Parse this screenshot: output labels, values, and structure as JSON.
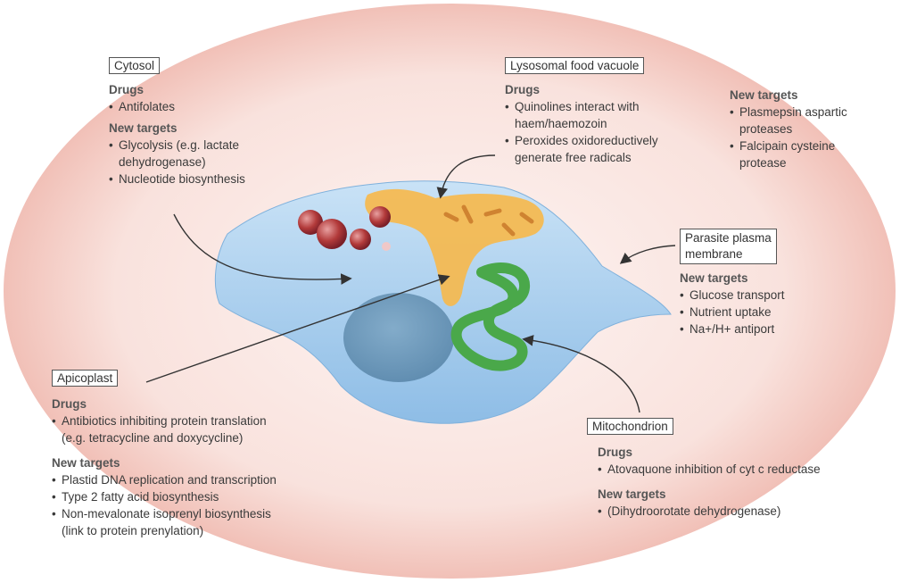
{
  "cytosol": {
    "title": "Cytosol",
    "drugs_heading": "Drugs",
    "drugs": [
      "Antifolates"
    ],
    "targets_heading": "New targets",
    "targets": [
      "Glycolysis (e.g. lactate",
      "dehydrogenase)",
      "Nucleotide biosynthesis"
    ]
  },
  "lysosome": {
    "title": "Lysosomal food vacuole",
    "drugs_heading": "Drugs",
    "drug1a": "Quinolines interact with",
    "drug1b": "haem/haemozoin",
    "drug2a": "Peroxides oxidoreductively",
    "drug2b": "generate free radicals",
    "targets_heading": "New targets",
    "target1a": "Plasmepsin aspartic",
    "target1b": "proteases",
    "target2a": "Falcipain cysteine",
    "target2b": "protease"
  },
  "membrane": {
    "title_line1": "Parasite plasma",
    "title_line2": "membrane",
    "targets_heading": "New targets",
    "targets": [
      "Glucose transport",
      "Nutrient uptake",
      "Na+/H+ antiport"
    ]
  },
  "apicoplast": {
    "title": "Apicoplast",
    "drugs_heading": "Drugs",
    "drug1a": "Antibiotics inhibiting protein translation",
    "drug1b": "(e.g. tetracycline and doxycycline)",
    "targets_heading": "New targets",
    "target1": "Plastid DNA replication and transcription",
    "target2": "Type 2 fatty acid biosynthesis",
    "target3a": "Non-mevalonate isoprenyl biosynthesis",
    "target3b": "(link to protein prenylation)"
  },
  "mitochondrion": {
    "title": "Mitochondrion",
    "drugs_heading": "Drugs",
    "drugs": [
      "Atovaquone inhibition of cyt c reductase"
    ],
    "targets_heading": "New targets",
    "targets": [
      "(Dihydroorotate dehydrogenase)"
    ]
  },
  "colors": {
    "erythrocyte": "#f6d2cc",
    "parasite": "#9ec8ec",
    "food_vacuole": "#f7b84a",
    "mitochondrion": "#4aa84a",
    "hemozoin_spheres": "#b23a3a"
  }
}
